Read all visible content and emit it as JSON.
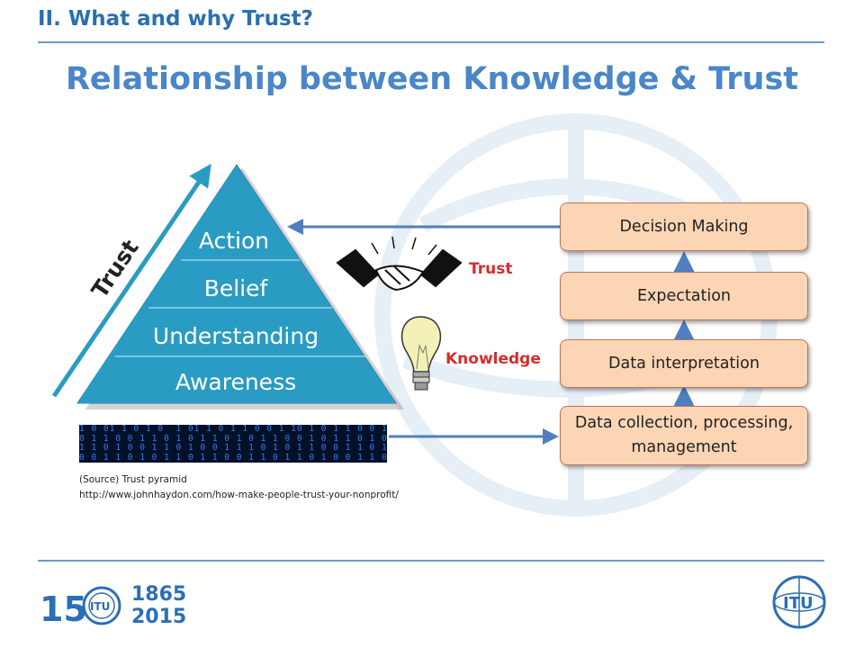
{
  "header": {
    "section_title": "II. What and why Trust?",
    "main_title": "Relationship between Knowledge & Trust"
  },
  "pyramid": {
    "axis_label": "Trust",
    "levels": [
      "Action",
      "Belief",
      "Understanding",
      "Awareness"
    ]
  },
  "flow_boxes": [
    "Decision Making",
    "Expectation",
    "Data interpretation",
    "Data collection, processing, management"
  ],
  "labels": {
    "trust": "Trust",
    "knowledge": "Knowledge"
  },
  "source": {
    "line1": "(Source) Trust pyramid",
    "line2": "http://www.johnhaydon.com/how-make-people-trust-your-nonprofit/"
  },
  "footer": {
    "logo_number": "150",
    "year_start": "1865",
    "year_end": "2015",
    "logo_text": "ITU"
  },
  "colors": {
    "title_blue": "#4a86c8",
    "pyramid_teal": "#2a9bc3",
    "box_fill": "#fcd5b5",
    "arrow_blue": "#4f7fc0",
    "label_red": "#d92b2b"
  }
}
